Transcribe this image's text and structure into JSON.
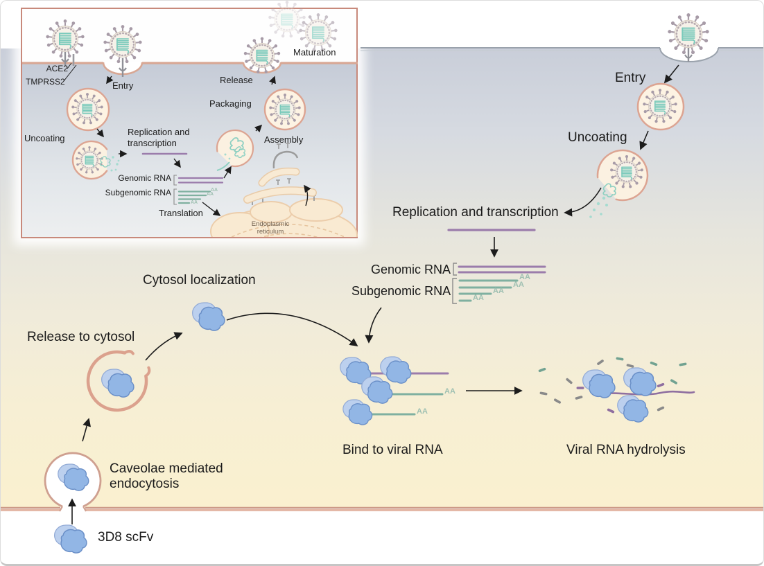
{
  "figure": {
    "description": "SARS-CoV-2 life cycle and 3D8 scFv antiviral mechanism diagram"
  },
  "colors": {
    "inset_border": "#c8897b",
    "membrane_salmon": "#d8a794",
    "membrane_gray": "#9aa2ac",
    "cell_top": "#c9ced9",
    "cell_bottom": "#faf0cf",
    "virus_spike": "#a79ba7",
    "virus_body": "#f2ede3",
    "rna_teal": "#7fb0a0",
    "rna_purple": "#9b7cab",
    "scfv_blue": "#92b6e5",
    "vesicle_ring": "#dca492"
  },
  "inset": {
    "ace2": "ACE2",
    "tmprss2": "TMPRSS2",
    "entry": "Entry",
    "uncoating": "Uncoating",
    "replication_line1": "Replication and",
    "replication_line2": "transcription",
    "genomic_rna": "Genomic RNA",
    "subgenomic_rna": "Subgenomic RNA",
    "translation": "Translation",
    "er_line1": "Endoplasmic",
    "er_line2": "reticulum",
    "assembly": "Assembly",
    "packaging": "Packaging",
    "release": "Release",
    "maturation": "Maturation",
    "aa_label": "AA"
  },
  "main": {
    "entry": "Entry",
    "uncoating": "Uncoating",
    "replication": "Replication and transcription",
    "genomic_rna": "Genomic RNA",
    "subgenomic_rna": "Subgenomic RNA",
    "cytosol_localization": "Cytosol localization",
    "release_to_cytosol": "Release to cytosol",
    "caveolae_line1": "Caveolae mediated",
    "caveolae_line2": "endocytosis",
    "scfv": "3D8 scFv",
    "bind": "Bind to viral RNA",
    "hydrolysis": "Viral RNA hydrolysis",
    "aa_label": "AA"
  }
}
